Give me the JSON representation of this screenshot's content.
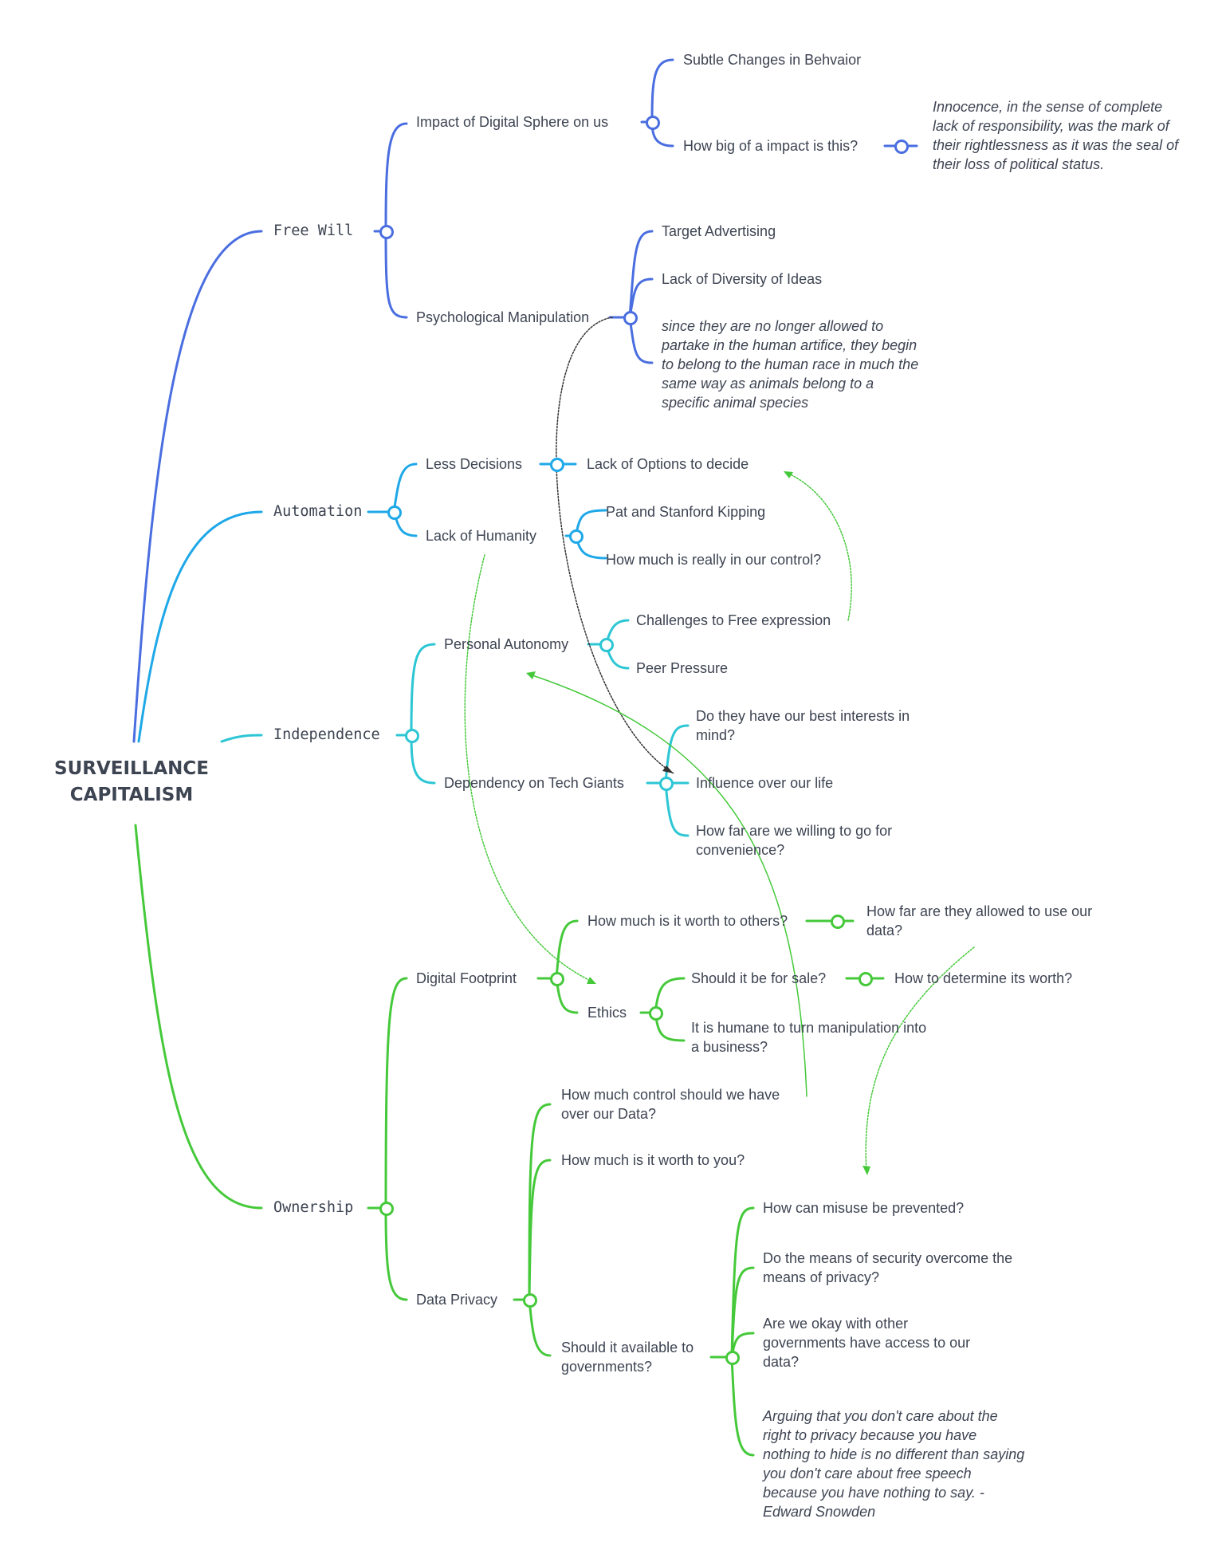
{
  "colors": {
    "free_will": "#4a6ee0",
    "automation": "#1ea8e8",
    "independence": "#2cc6d4",
    "ownership": "#45c93a",
    "text": "#3d4452"
  },
  "root": {
    "line1": "SURVEILLANCE",
    "line2": "CAPITALISM"
  },
  "branches": {
    "free_will": {
      "label": "Free Will",
      "impact": {
        "label": "Impact of Digital Sphere on us",
        "subtle": "Subtle Changes in Behvaior",
        "how_big": "How big of a impact is this?",
        "quote": "Innocence, in the sense of complete lack of responsibility, was the mark of their rightlessness as it was the seal of their loss of political status."
      },
      "psych": {
        "label": "Psychological Manipulation",
        "target": "Target Advertising",
        "diversity": "Lack of Diversity of Ideas",
        "quote": "since they are no longer allowed to partake in the human artifice, they begin to belong to the human race in much the same way as animals belong to a specific animal species"
      }
    },
    "automation": {
      "label": "Automation",
      "less": {
        "label": "Less Decisions",
        "options": "Lack of Options to decide"
      },
      "humanity": {
        "label": "Lack of Humanity",
        "pat": "Pat and Stanford Kipping",
        "control": "How much is really in our control?"
      }
    },
    "independence": {
      "label": "Independence",
      "autonomy": {
        "label": "Personal Autonomy",
        "challenges": "Challenges to Free expression",
        "peer": "Peer Pressure"
      },
      "dependency": {
        "label": "Dependency on Tech Giants",
        "interests": "Do they have our best interests in mind?",
        "influence": "Influence over our life",
        "convenience": "How far are we willing to go for convenience?"
      }
    },
    "ownership": {
      "label": "Ownership",
      "footprint": {
        "label": "Digital Footprint",
        "worth_others": "How much is it worth to others?",
        "allowed": "How far are they allowed to use our data?",
        "ethics": {
          "label": "Ethics",
          "for_sale": "Should it be for sale?",
          "determine": "How to determine its worth?",
          "humane": "It is humane to turn manipulation into a business?"
        }
      },
      "privacy": {
        "label": "Data Privacy",
        "control": "How much control should we have over our Data?",
        "worth_you": "How much is it worth to you?",
        "governments": {
          "label": "Should it available to governments?",
          "misuse": "How can misuse be prevented?",
          "security": "Do the means of security overcome the means of privacy?",
          "other_govs": "Are we okay with other governments have access to our data?",
          "snowden": "Arguing that you don't care about the right to privacy because you have nothing to hide is no different than saying you don't care about free speech because you have nothing to say. - Edward Snowden"
        }
      }
    }
  }
}
